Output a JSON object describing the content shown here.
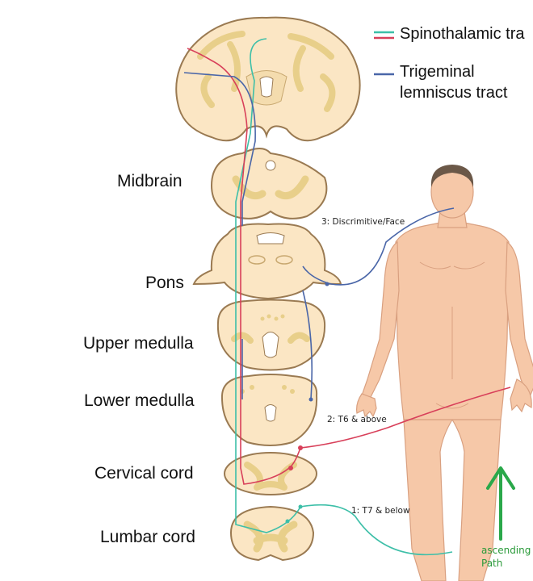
{
  "legend": {
    "spinothalamic": "Spinothalamic tra",
    "trigeminal_line1": "Trigeminal",
    "trigeminal_line2": "lemniscus tract",
    "colors": {
      "teal": "#3dbfa8",
      "red": "#d8405a",
      "blue": "#4a66a8"
    }
  },
  "levels": {
    "midbrain": "Midbrain",
    "pons": "Pons",
    "upper_medulla": "Upper medulla",
    "lower_medulla": "Lower medulla",
    "cervical_cord": "Cervical cord",
    "lumbar_cord": "Lumbar cord"
  },
  "pathways": {
    "face": "3: Discrimitive/Face",
    "upper": "2: T6 & above",
    "lower": "1: T7 & below"
  },
  "annotation": {
    "line1": "ascending",
    "line2": "Path",
    "color": "#2aa84a"
  },
  "colors": {
    "tissue": "#fbe6c4",
    "grey_matter": "#e8cf8a",
    "outline": "#9a7a52",
    "skin": "#f6c8a8",
    "hair": "#6b5848"
  }
}
